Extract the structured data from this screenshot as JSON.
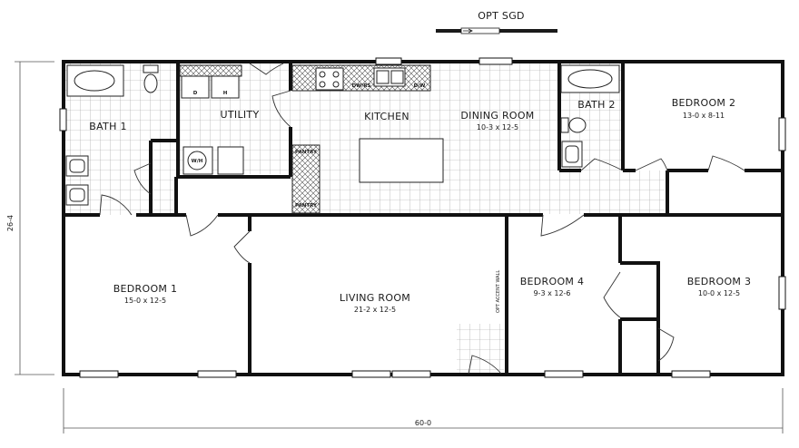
{
  "header": {
    "option_label": "OPT SGD"
  },
  "overall": {
    "width_label": "60-0",
    "depth_label": "26-4"
  },
  "rooms": {
    "bath1": {
      "name": "BATH 1"
    },
    "utility": {
      "name": "UTILITY"
    },
    "kitchen": {
      "name": "KITCHEN"
    },
    "dining": {
      "name": "DINING ROOM",
      "size": "10-3 x 12-5"
    },
    "bath2": {
      "name": "BATH 2"
    },
    "bedroom2": {
      "name": "BEDROOM 2",
      "size": "13-0 x 8-11"
    },
    "bedroom1": {
      "name": "BEDROOM 1",
      "size": "15-0 x 12-5"
    },
    "living": {
      "name": "LIVING ROOM",
      "size": "21-2 x 12-5"
    },
    "bedroom4": {
      "name": "BEDROOM 4",
      "size": "9-3 x 12-6"
    },
    "bedroom3": {
      "name": "BEDROOM 3",
      "size": "10-0 x 12-5"
    }
  },
  "fixtures": {
    "dryer": "D",
    "washer": "H",
    "water_heater": "W/H",
    "dishwasher_l": "DW/RS",
    "dishwasher_r": "D/W",
    "pantry_top": "PANTRY",
    "pantry_bottom": "PANTRY",
    "accent_wall": "OPT ACCENT WALL"
  }
}
